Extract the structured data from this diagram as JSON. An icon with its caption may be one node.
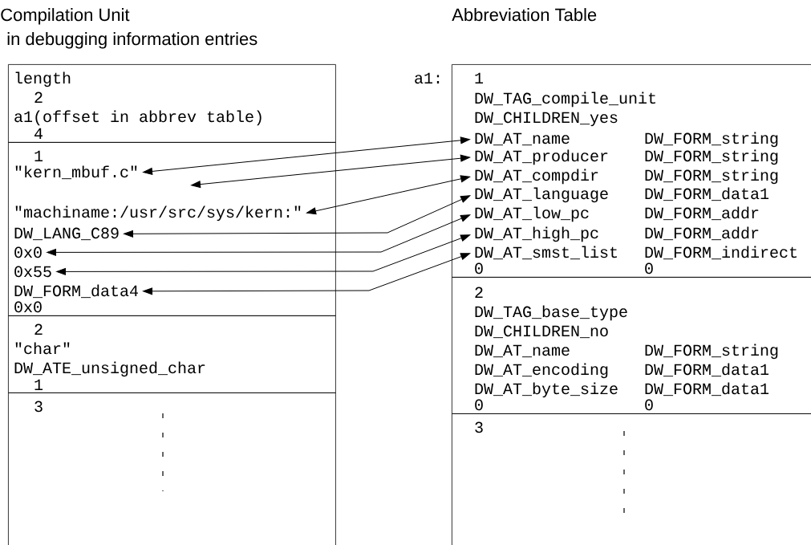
{
  "diagram": {
    "nodes": [
      {
        "text": [
          "length",
          "2",
          "a1(offset in abbrev table)",
          "4"
        ]
      },
      {
        "text": [
          "1",
          "0x0"
        ]
      },
      {
        "text": [
          "\"kern_mbuf.c\""
        ],
        "in": 1
      },
      {
        "text": [
          "\"machiname:/usr/src/sys/kern:\""
        ],
        "in": 1
      },
      {
        "text": [
          "DW_LANG_C89"
        ],
        "in": 1
      },
      {
        "text": [
          "0x0"
        ],
        "in": 1
      },
      {
        "text": [
          "0x55"
        ],
        "in": 1
      },
      {
        "text": [
          "DW_FORM_data4"
        ],
        "in": 1
      },
      {
        "text": [
          "2",
          "\"char\"",
          "DW_ATE_unsigned_char",
          "1"
        ]
      },
      {
        "text": [
          "3"
        ]
      },
      {
        "text": [
          "1",
          "DW_TAG_compile_unit",
          "DW_CHILDREN_yes",
          "0",
          "0"
        ],
        "beside": [
          "a1:"
        ]
      },
      {
        "text": [
          "DW_AT_name",
          "DW_FORM_string"
        ],
        "in": 10
      },
      {
        "text": [
          "DW_AT_producer",
          "DW_FORM_string"
        ],
        "in": 10
      },
      {
        "text": [
          "DW_AT_compdir",
          "DW_FORM_string"
        ],
        "in": 10
      },
      {
        "text": [
          "DW_AT_language",
          "DW_FORM_data1"
        ],
        "in": 10
      },
      {
        "text": [
          "DW_AT_low_pc",
          "DW_FORM_addr"
        ],
        "in": 10
      },
      {
        "text": [
          "DW_AT_high_pc",
          "DW_FORM_addr"
        ],
        "in": 10
      },
      {
        "text": [
          "DW_AT_smst_list",
          "DW_FORM_indirect"
        ],
        "in": 10
      },
      {
        "text": [
          "2",
          "DW_TAG_base_type",
          "DW_CHILDREN_no",
          "DW_AT_name",
          "DW_FORM_string",
          "DW_AT_encoding",
          "DW_FORM_data1",
          "DW_AT_byte_size",
          "DW_FORM_data1",
          "0",
          "0"
        ]
      },
      {
        "text": [
          "3"
        ]
      }
    ],
    "edges": [
      {
        "from": 11,
        "to": 2,
        "arrow": "both"
      },
      {
        "from": 12,
        "to": null,
        "arrow": "both"
      },
      {
        "from": 13,
        "to": 3,
        "arrow": "both"
      },
      {
        "from": 14,
        "to": 4,
        "arrow": "both"
      },
      {
        "from": 15,
        "to": 5,
        "arrow": "both"
      },
      {
        "from": 16,
        "to": 6,
        "arrow": "both"
      },
      {
        "from": 17,
        "to": 7,
        "arrow": "both"
      }
    ],
    "labels": [
      "Compilation Unit",
      "in debugging information entries",
      "Abbreviation Table"
    ]
  }
}
